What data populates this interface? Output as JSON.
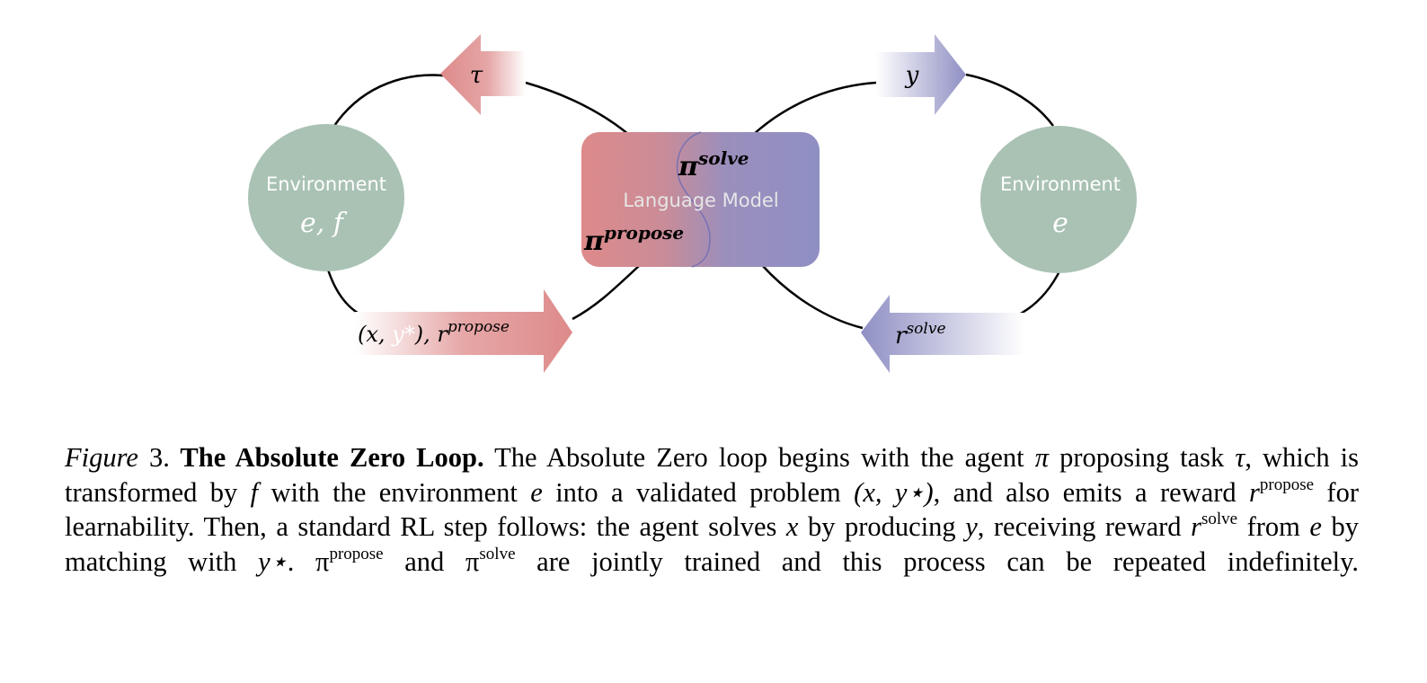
{
  "figure": {
    "left_env": {
      "label": "Environment",
      "vars": "e, f"
    },
    "right_env": {
      "label": "Environment",
      "vars": "e"
    },
    "model": {
      "label": "Language Model",
      "solve": "π",
      "solve_sup": "solve",
      "propose": "π",
      "propose_sup": "propose"
    },
    "arrows": {
      "tau": "τ",
      "y": "y",
      "problem_open": "(x, ",
      "problem_y": "y*",
      "problem_close": "), r",
      "problem_sup": "propose",
      "reward": "r",
      "reward_sup": "solve"
    },
    "colors": {
      "propose": "#de8a8a",
      "solve": "#8f8fc4",
      "env": "#a9c2b4"
    }
  },
  "caption": {
    "fig_label": "Figure",
    "fig_num": " 3.",
    "title": " The Absolute Zero Loop.",
    "t1": " The Absolute Zero loop begins with the agent ",
    "pi": "π",
    "t2": " proposing task ",
    "tau": "τ",
    "t3": ", which is transformed by ",
    "f": "f",
    "t4": " with the environment ",
    "e": "e",
    "t5": " into a validated problem ",
    "xy": "(x, y⋆)",
    "t6": ", and also emits a reward ",
    "r": "r",
    "propose": "propose",
    "t7": " for learnability. Then, a standard RL step follows: the agent solves ",
    "x": "x",
    "t8": " by producing ",
    "y": "y",
    "t9": ", receiving reward ",
    "r2": "r",
    "solve": "solve",
    "t10": " from ",
    "e2": "e",
    "t11": " by matching with ",
    "ystar": "y⋆",
    "t12": ". ",
    "pi2": "π",
    "propose2": "propose",
    "t13": " and ",
    "pi3": "π",
    "solve2": "solve",
    "t14": " are jointly trained and this process can be repeated indefinitely."
  }
}
